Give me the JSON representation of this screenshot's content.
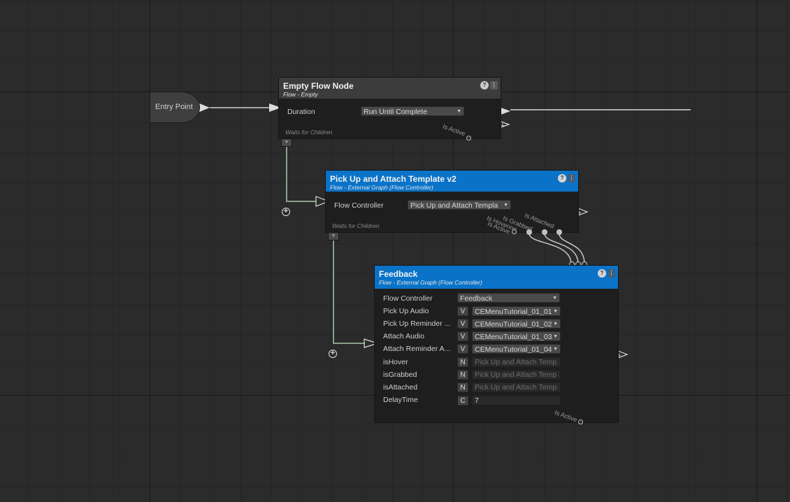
{
  "entry_point": {
    "label": "Entry Point"
  },
  "empty_node": {
    "title": "Empty Flow Node",
    "subtitle": "Flow - Empty",
    "duration_label": "Duration",
    "duration_value": "Run Until Complete",
    "waits_label": "Waits for Children",
    "is_active_label": "Is Active",
    "help_glyph": "?",
    "menu_glyph": "⋮"
  },
  "pickup_node": {
    "title": "Pick Up and Attach Template v2",
    "subtitle": "Flow - External Graph (Flow Controller)",
    "flow_controller_label": "Flow Controller",
    "flow_controller_value": "Pick Up and Attach Templa",
    "waits_label": "Waits for Children",
    "output_labels": [
      "Is Active",
      "Is Hovering",
      "Is Grabbed",
      "Is Attached"
    ]
  },
  "feedback_node": {
    "title": "Feedback",
    "subtitle": "Flow - External Graph (Flow Controller)",
    "flow_controller_label": "Flow Controller",
    "flow_controller_value": "Feedback",
    "rows": [
      {
        "label": "Pick Up Audio",
        "tag": "V",
        "value": "CEMenuTutorial_01_01",
        "kind": "dropdown"
      },
      {
        "label": "Pick Up Reminder ...",
        "tag": "V",
        "value": "CEMenuTutorial_01_02",
        "kind": "dropdown"
      },
      {
        "label": "Attach Audio",
        "tag": "V",
        "value": "CEMenuTutorial_01_03",
        "kind": "dropdown"
      },
      {
        "label": "Attach Reminder A...",
        "tag": "V",
        "value": "CEMenuTutorial_01_04",
        "kind": "dropdown"
      },
      {
        "label": "isHover",
        "tag": "N",
        "value": "Pick Up and Attach Temp",
        "kind": "muted"
      },
      {
        "label": "isGrabbed",
        "tag": "N",
        "value": "Pick Up and Attach Temp",
        "kind": "muted"
      },
      {
        "label": "isAttached",
        "tag": "N",
        "value": "Pick Up and Attach Temp",
        "kind": "muted"
      },
      {
        "label": "DelayTime",
        "tag": "C",
        "value": "7",
        "kind": "field"
      }
    ],
    "is_active_label": "Is Active"
  },
  "colors": {
    "accent": "#0a73c8",
    "wire": "#8aa08a",
    "background": "#2b2b2b"
  }
}
